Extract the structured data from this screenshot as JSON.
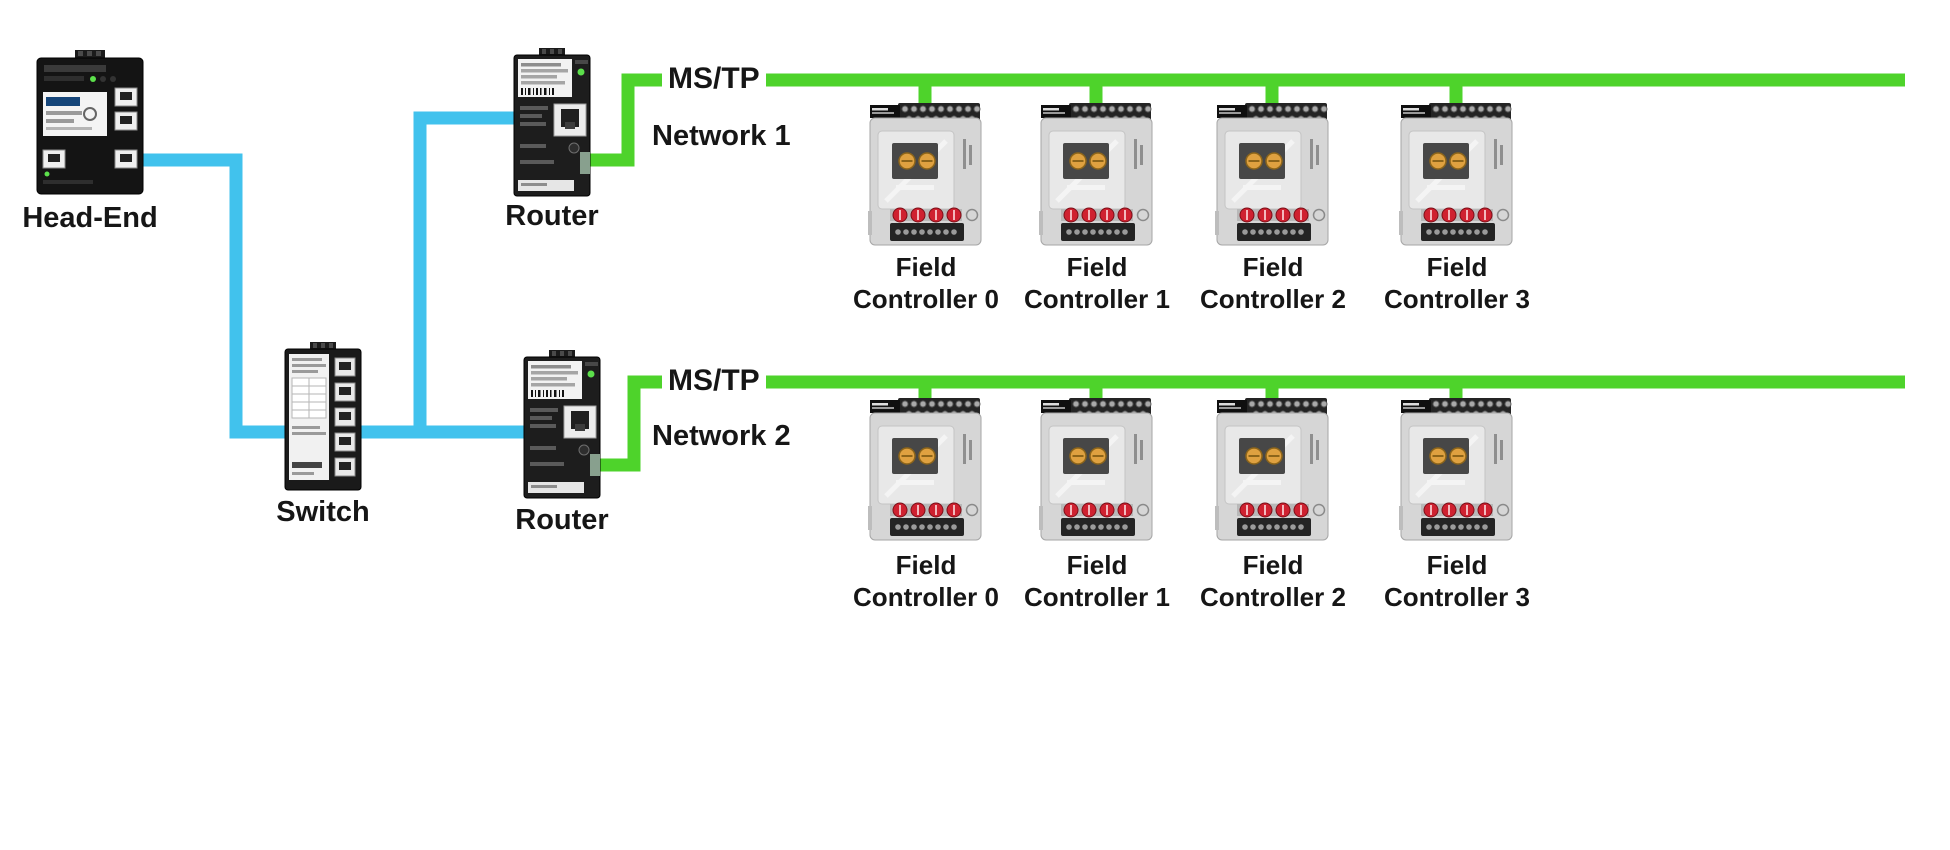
{
  "colors": {
    "ethernet_cable": "#41C2ED",
    "mstp_cable": "#4ED32B"
  },
  "devices": {
    "headend": {
      "label": "Head-End"
    },
    "router1": {
      "label": "Router"
    },
    "switch": {
      "label": "Switch"
    },
    "router2": {
      "label": "Router"
    }
  },
  "networks": [
    {
      "protocol": "MS/TP",
      "name": "Network 1",
      "controllers": [
        {
          "label": "Field Controller 0"
        },
        {
          "label": "Field Controller 1"
        },
        {
          "label": "Field Controller 2"
        },
        {
          "label": "Field Controller 3"
        }
      ]
    },
    {
      "protocol": "MS/TP",
      "name": "Network 2",
      "controllers": [
        {
          "label": "Field Controller 0"
        },
        {
          "label": "Field Controller 1"
        },
        {
          "label": "Field Controller 2"
        },
        {
          "label": "Field Controller 3"
        }
      ]
    }
  ]
}
